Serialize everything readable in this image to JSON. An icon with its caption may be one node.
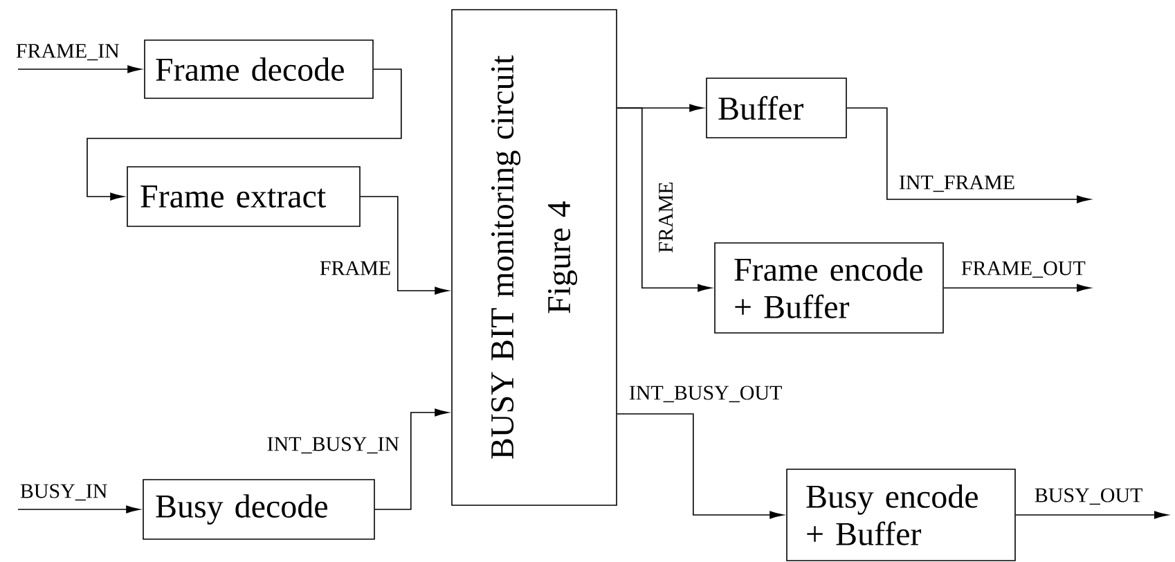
{
  "diagram": {
    "nodes": [
      {
        "text": [
          "Frame decode"
        ]
      },
      {
        "text": [
          "Frame extract"
        ]
      },
      {
        "text": [
          "Busy decode"
        ]
      },
      {
        "text": [
          "BUSY BIT monitoring circuit",
          "Figure 4"
        ]
      },
      {
        "text": [
          "Buffer"
        ]
      },
      {
        "text": [
          "Frame encode + Buffer"
        ]
      },
      {
        "text": [
          "Busy encode + Buffer"
        ]
      }
    ],
    "edges": [
      {
        "from": null,
        "to": 0,
        "arrow": "to",
        "label": "FRAME_IN"
      },
      {
        "from": 0,
        "to": 1,
        "arrow": "to"
      },
      {
        "from": 1,
        "to": 3,
        "arrow": "to",
        "label": "FRAME"
      },
      {
        "from": null,
        "to": 2,
        "arrow": "to",
        "label": "BUSY_IN"
      },
      {
        "from": 2,
        "to": 3,
        "arrow": "to",
        "label": "INT_BUSY_IN"
      },
      {
        "from": 3,
        "to": 4,
        "arrow": "to"
      },
      {
        "from": 3,
        "to": 5,
        "arrow": "to",
        "label": "FRAME"
      },
      {
        "from": 4,
        "to": null,
        "arrow": "to",
        "label": "INT_FRAME"
      },
      {
        "from": 5,
        "to": null,
        "arrow": "to",
        "label": "FRAME_OUT"
      },
      {
        "from": 3,
        "to": 6,
        "arrow": "to",
        "label": "INT_BUSY_OUT"
      },
      {
        "from": 6,
        "to": null,
        "arrow": "to",
        "label": "BUSY_OUT"
      }
    ]
  }
}
